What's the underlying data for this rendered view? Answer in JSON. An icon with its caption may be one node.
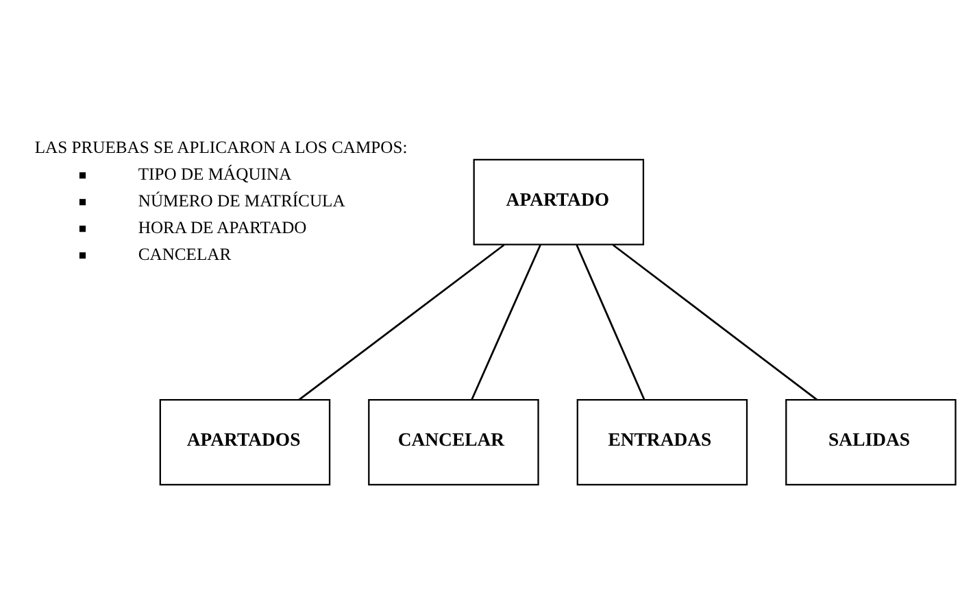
{
  "diagram": {
    "nodes": [
      {
        "text": [
          "APARTADO"
        ]
      },
      {
        "text": [
          "APARTADOS"
        ]
      },
      {
        "text": [
          "CANCELAR"
        ]
      },
      {
        "text": [
          "ENTRADAS"
        ]
      },
      {
        "text": [
          "SALIDAS"
        ]
      }
    ],
    "edges": [
      {
        "from": 0,
        "to": 1,
        "arrow": "none"
      },
      {
        "from": 0,
        "to": 2,
        "arrow": "none"
      },
      {
        "from": 0,
        "to": 3,
        "arrow": "none"
      },
      {
        "from": 0,
        "to": 4,
        "arrow": "none"
      }
    ],
    "labels": [
      "LAS PRUEBAS SE APLICARON A LOS CAMPOS:",
      "TIPO DE MÁQUINA",
      "NÚMERO DE MATRÍCULA",
      "HORA DE APARTADO",
      "CANCELAR"
    ]
  }
}
